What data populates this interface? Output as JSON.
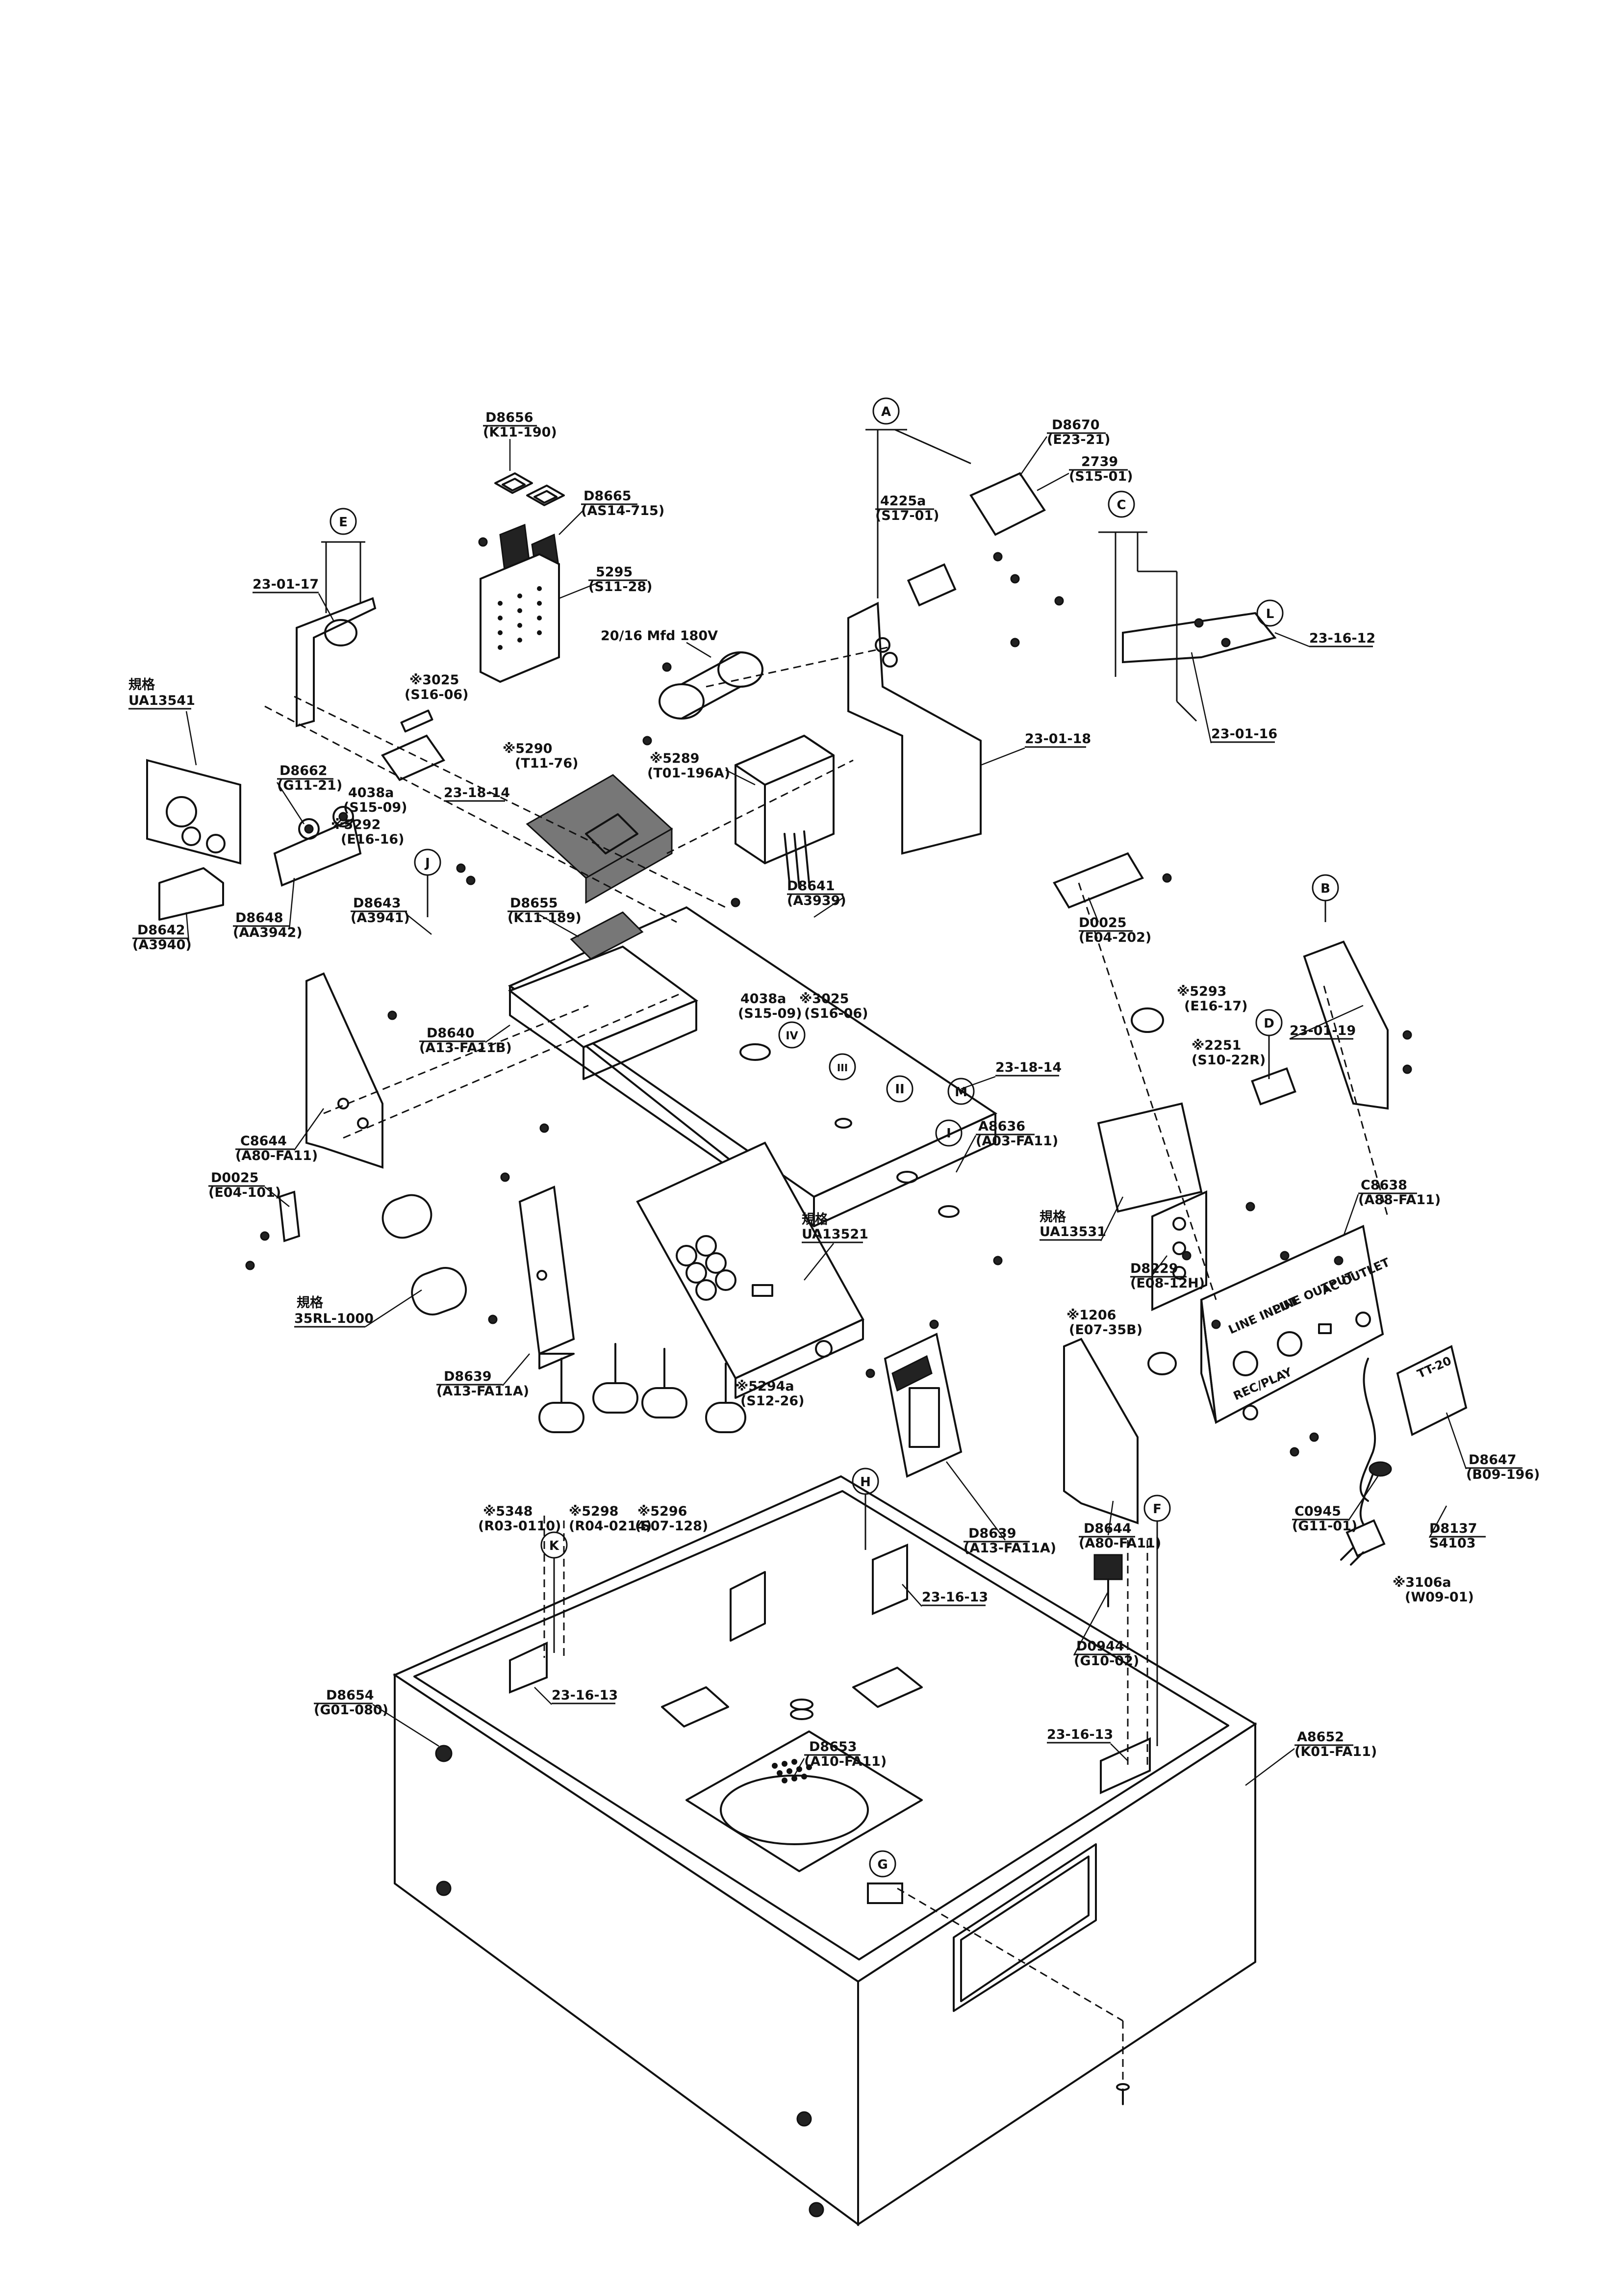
{
  "diagram": {
    "labels": [
      {
        "id": "D8656",
        "text": "D8656",
        "sub": "(K11-190)"
      },
      {
        "id": "D8665",
        "text": "D8665",
        "sub": "(AS14-715)"
      },
      {
        "id": "5295",
        "text": "5295",
        "sub": "(S11-28)"
      },
      {
        "id": "D8670",
        "text": "D8670",
        "sub": "(E23-21)"
      },
      {
        "id": "2739",
        "text": "2739",
        "sub": "(S15-01)"
      },
      {
        "id": "4225a",
        "text": "4225a",
        "sub": "(S17-01)"
      },
      {
        "id": "23-01-17",
        "text": "23-01-17",
        "sub": ""
      },
      {
        "id": "23-16-12",
        "text": "23-16-12",
        "sub": ""
      },
      {
        "id": "cap-20uf",
        "text": "20/16 Mfd 180V",
        "sub": ""
      },
      {
        "id": "3025-top",
        "text": "※3025",
        "sub": "(S16-06)"
      },
      {
        "id": "UA13541",
        "text": "UA13541",
        "sub": ""
      },
      {
        "id": "D8662",
        "text": "D8662",
        "sub": "(G11-21)"
      },
      {
        "id": "4038a-top",
        "text": "4038a",
        "sub": "(S15-09)"
      },
      {
        "id": "5292",
        "text": "※5292",
        "sub": "(E16-16)"
      },
      {
        "id": "5290",
        "text": "※5290",
        "sub": "(T11-76)"
      },
      {
        "id": "5289",
        "text": "※5289",
        "sub": "(T01-196A)"
      },
      {
        "id": "23-01-18",
        "text": "23-01-18",
        "sub": ""
      },
      {
        "id": "23-01-16",
        "text": "23-01-16",
        "sub": ""
      },
      {
        "id": "23-18-14-top",
        "text": "23-18-14",
        "sub": ""
      },
      {
        "id": "D8641",
        "text": "D8641",
        "sub": "(A3939)"
      },
      {
        "id": "D0025-top",
        "text": "D0025",
        "sub": "(E04-202)"
      },
      {
        "id": "D8642",
        "text": "D8642",
        "sub": "(A3940)"
      },
      {
        "id": "D8648",
        "text": "D8648",
        "sub": "(AA3942)"
      },
      {
        "id": "D8643",
        "text": "D8643",
        "sub": "(A3941)"
      },
      {
        "id": "D8655",
        "text": "D8655",
        "sub": "(K11-189)"
      },
      {
        "id": "4038a-mid",
        "text": "4038a",
        "sub": "(S15-09)"
      },
      {
        "id": "3025-mid",
        "text": "※3025",
        "sub": "(S16-06)"
      },
      {
        "id": "5293",
        "text": "※5293",
        "sub": "(E16-17)"
      },
      {
        "id": "23-01-19",
        "text": "23-01-19",
        "sub": ""
      },
      {
        "id": "2251",
        "text": "※2251",
        "sub": "(S10-22R)"
      },
      {
        "id": "D8640",
        "text": "D8640",
        "sub": "(A13-FA11B)"
      },
      {
        "id": "23-18-14-mid",
        "text": "23-18-14",
        "sub": ""
      },
      {
        "id": "A8636",
        "text": "A8636",
        "sub": "(A03-FA11)"
      },
      {
        "id": "C8638",
        "text": "C8638",
        "sub": "(A88-FA11)"
      },
      {
        "id": "C8644",
        "text": "C8644",
        "sub": "(A80-FA11)"
      },
      {
        "id": "D0025-left",
        "text": "D0025",
        "sub": "(E04-101)"
      },
      {
        "id": "UA13521",
        "text": "UA13521",
        "sub": ""
      },
      {
        "id": "UA13531",
        "text": "UA13531",
        "sub": ""
      },
      {
        "id": "D8229",
        "text": "D8229",
        "sub": "(E08-12H)"
      },
      {
        "id": "35RL-1000",
        "text": "35RL-1000",
        "sub": ""
      },
      {
        "id": "1206",
        "text": "※1206",
        "sub": "(E07-35B)"
      },
      {
        "id": "D8639-left",
        "text": "D8639",
        "sub": "(A13-FA11A)"
      },
      {
        "id": "52940",
        "text": "※5294a",
        "sub": "(S12-26)"
      },
      {
        "id": "D8647",
        "text": "D8647",
        "sub": "(B09-196)"
      },
      {
        "id": "5348",
        "text": "※5348",
        "sub": "(R03-0110)"
      },
      {
        "id": "5298",
        "text": "※5298",
        "sub": "(R04-0214)"
      },
      {
        "id": "5296",
        "text": "※5296",
        "sub": "(S07-128)"
      },
      {
        "id": "D8639-right",
        "text": "D8639",
        "sub": "(A13-FA11A)"
      },
      {
        "id": "D8644",
        "text": "D8644",
        "sub": "(A80-FA11)"
      },
      {
        "id": "C0945",
        "text": "C0945",
        "sub": "(G11-01)"
      },
      {
        "id": "D8137",
        "text": "D8137",
        "sub": "S4103"
      },
      {
        "id": "3106a",
        "text": "※3106a",
        "sub": "(W09-01)"
      },
      {
        "id": "23-16-13-a",
        "text": "23-16-13",
        "sub": ""
      },
      {
        "id": "D0944",
        "text": "D0944",
        "sub": "(G10-02)"
      },
      {
        "id": "D8654",
        "text": "D8654",
        "sub": "(G01-080)"
      },
      {
        "id": "23-16-13-b",
        "text": "23-16-13",
        "sub": ""
      },
      {
        "id": "23-16-13-c",
        "text": "23-16-13",
        "sub": ""
      },
      {
        "id": "A8652",
        "text": "A8652",
        "sub": "(K01-FA11)"
      },
      {
        "id": "D8653",
        "text": "D8653",
        "sub": "(A10-FA11)"
      }
    ],
    "markers": {
      "A": "A",
      "B": "B",
      "C": "C",
      "D": "D",
      "E": "E",
      "F": "F",
      "G": "G",
      "H": "H",
      "J": "J",
      "K": "K",
      "L": "L",
      "M": "M",
      "I": "I",
      "II": "II",
      "III": "III",
      "IV": "IV"
    },
    "jp_prefix": "規格",
    "panel_text": {
      "rear_badge": "TT-20",
      "rear_l": "LINE INPUT",
      "rear_r": "LINE OUTPUT",
      "rear_rec": "REC/PLAY",
      "rear_ac": "AC OUTLET"
    }
  }
}
